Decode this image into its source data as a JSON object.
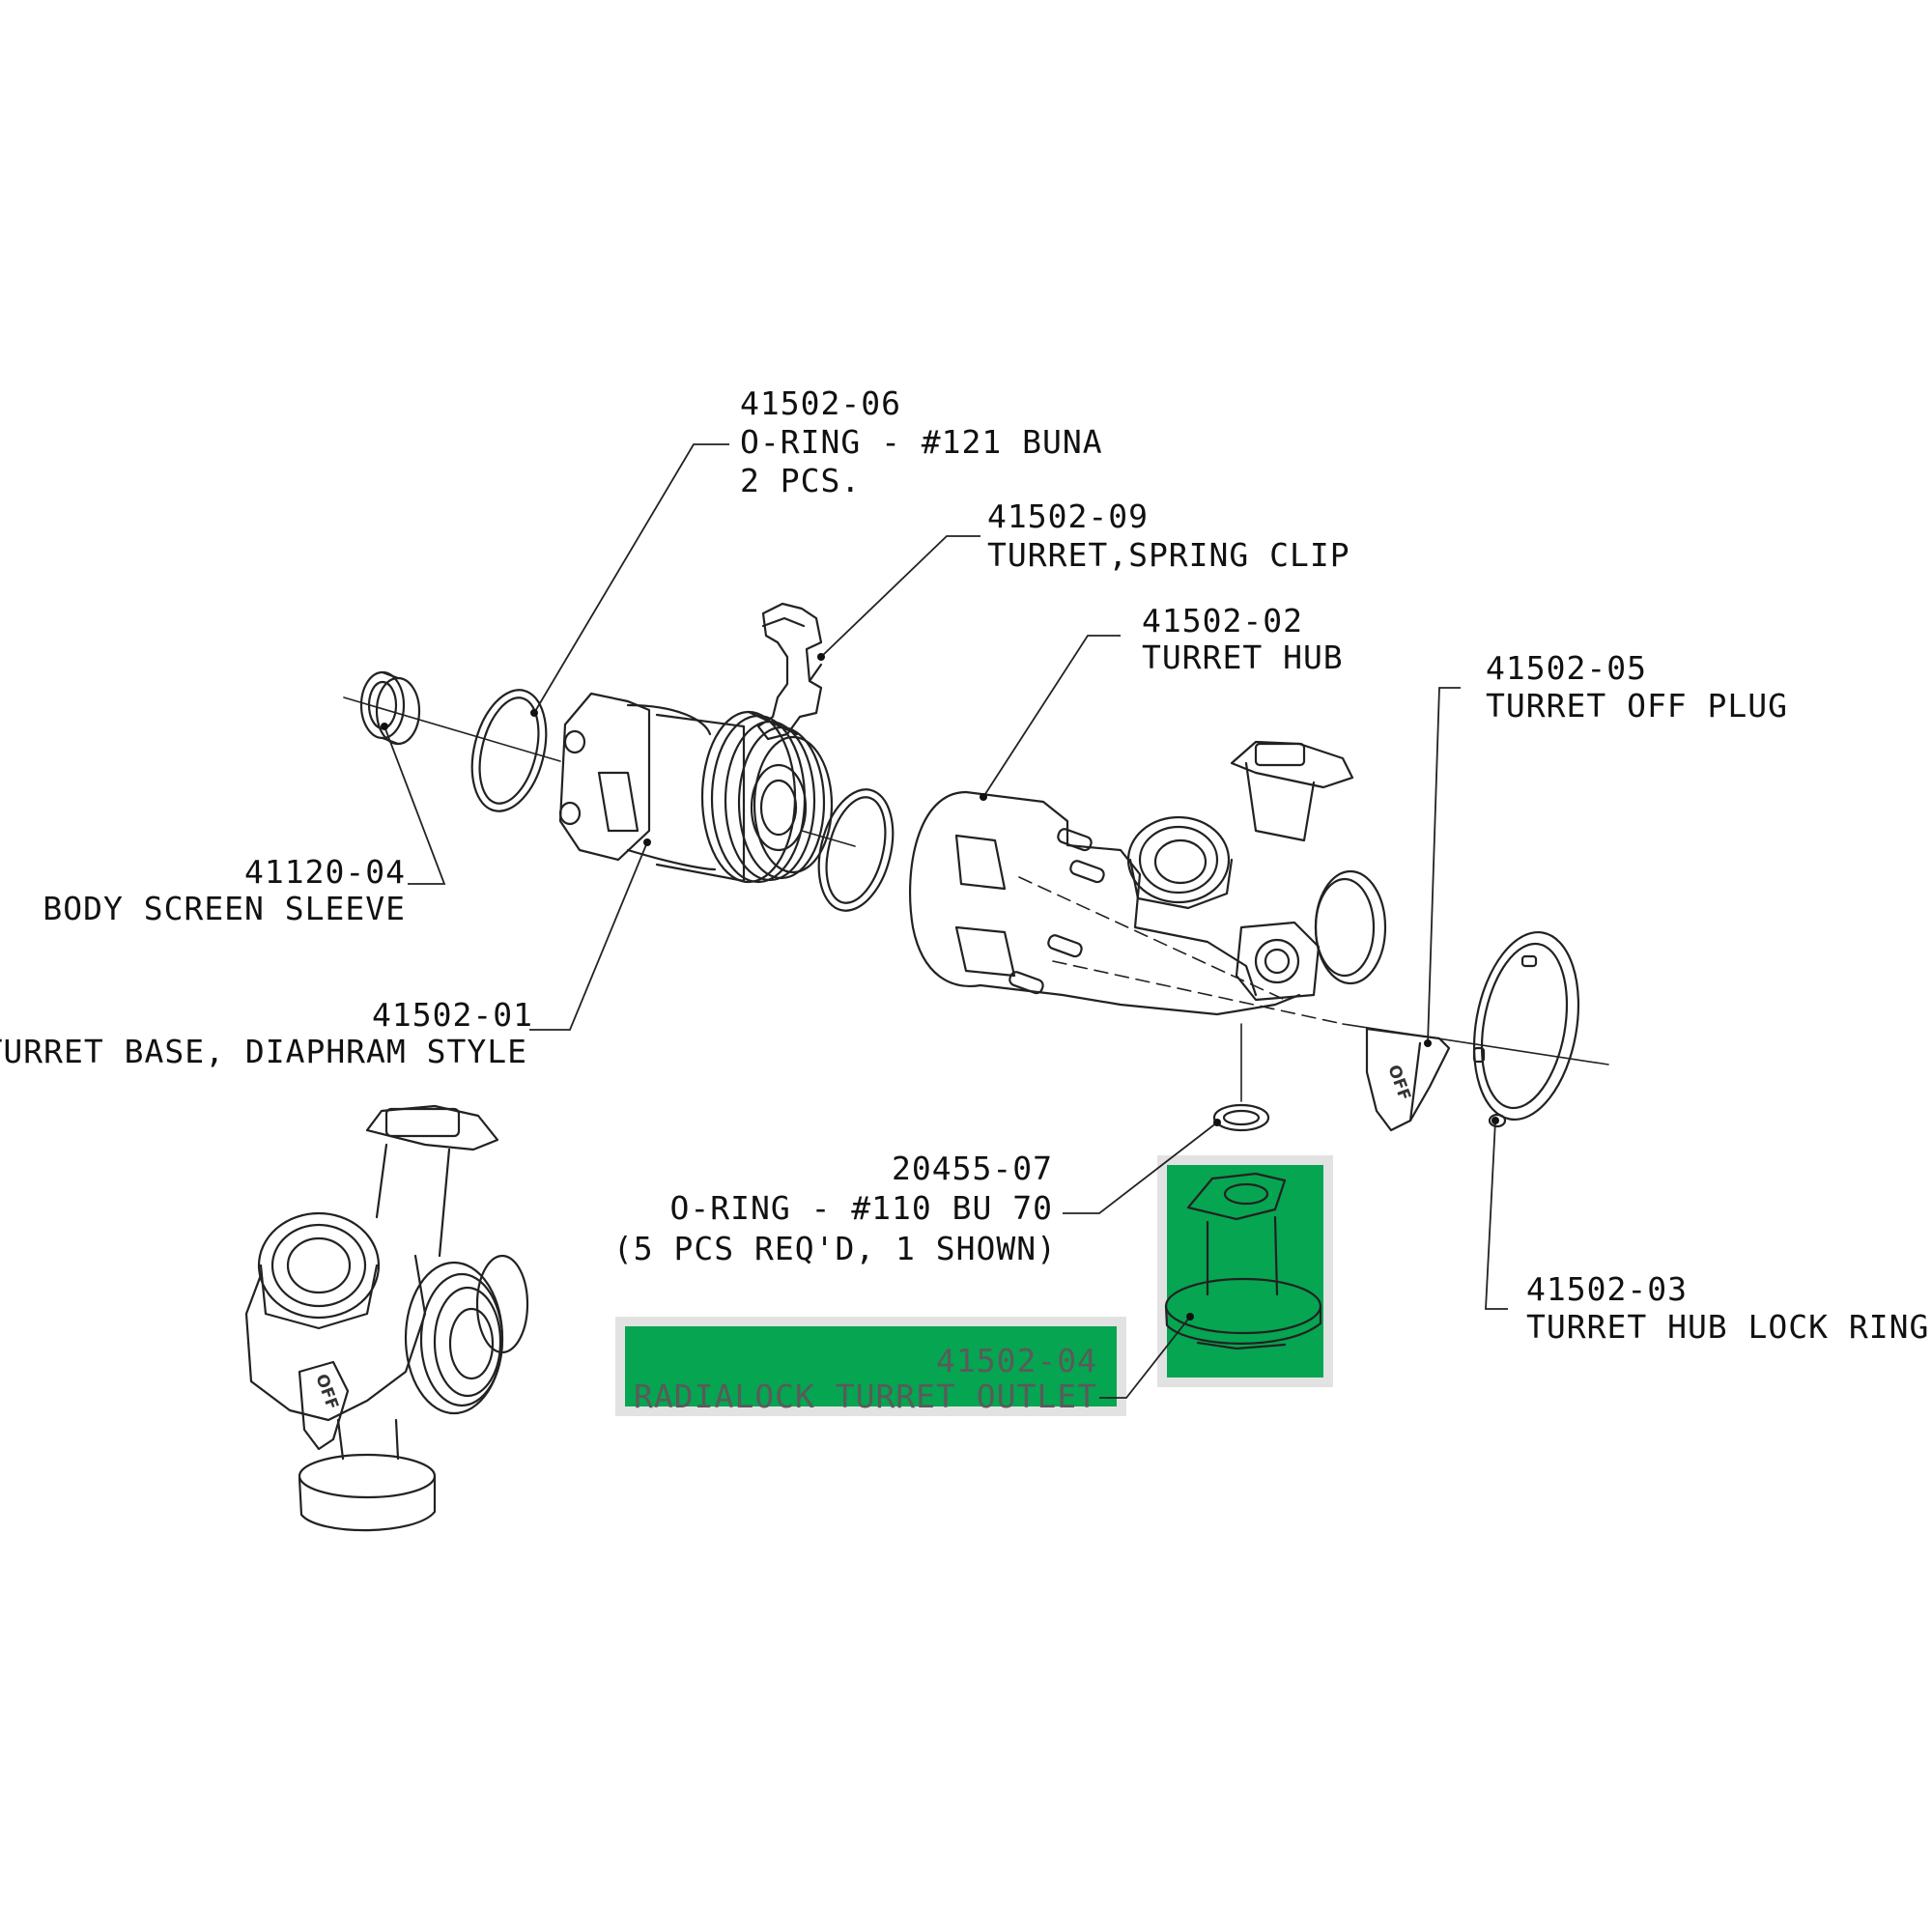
{
  "colors": {
    "highlight_fill": "#06a551",
    "highlight_halo": "#e2e2e2",
    "line": "#222222"
  },
  "parts": [
    {
      "id": "p1",
      "part_no": "41502-06",
      "desc": [
        "O-RING - #121 BUNA",
        "2 PCS."
      ]
    },
    {
      "id": "p2",
      "part_no": "41502-09",
      "desc": [
        "TURRET,SPRING CLIP"
      ]
    },
    {
      "id": "p3",
      "part_no": "41502-02",
      "desc": [
        "TURRET HUB"
      ]
    },
    {
      "id": "p4",
      "part_no": "41502-05",
      "desc": [
        "TURRET OFF PLUG"
      ]
    },
    {
      "id": "p5",
      "part_no": "41120-04",
      "desc": [
        "BODY SCREEN SLEEVE"
      ]
    },
    {
      "id": "p6",
      "part_no": "41502-01",
      "desc": [
        "TURRET BASE, DIAPHRAM STYLE"
      ]
    },
    {
      "id": "p7",
      "part_no": "20455-07",
      "desc": [
        "O-RING - #110 BU 70",
        "(5 PCS REQ'D, 1 SHOWN)"
      ]
    },
    {
      "id": "p8",
      "part_no": "41502-03",
      "desc": [
        "TURRET HUB LOCK RING"
      ]
    },
    {
      "id": "p9",
      "part_no": "41502-04",
      "desc": [
        "RADIALOCK TURRET OUTLET"
      ],
      "highlighted": true
    }
  ],
  "off_marks": {
    "plug": "OFF",
    "assembly": "OFF"
  }
}
